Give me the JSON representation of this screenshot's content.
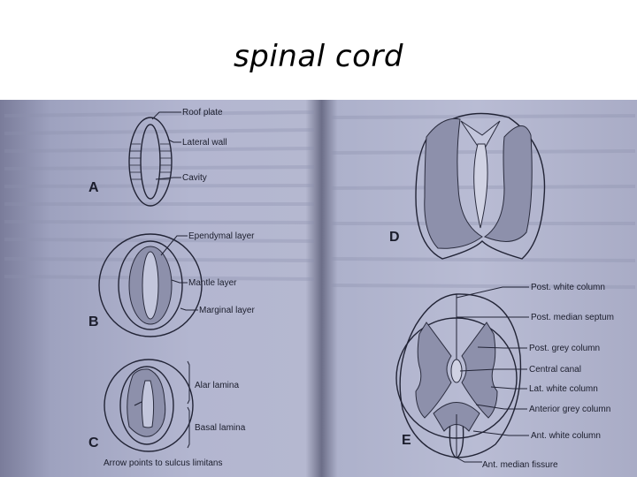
{
  "slide": {
    "title": "spinal cord"
  },
  "figure_left": {
    "diagram_a": {
      "letter": "A",
      "labels": [
        "Roof plate",
        "Lateral wall",
        "Cavity"
      ]
    },
    "diagram_b": {
      "letter": "B",
      "labels": [
        "Ependymal layer",
        "Mantle layer",
        "Marginal layer"
      ]
    },
    "diagram_c": {
      "letter": "C",
      "labels": [
        "Alar lamina",
        "Basal lamina"
      ],
      "caption": "Arrow points to sulcus limitans"
    }
  },
  "figure_right": {
    "diagram_d": {
      "letter": "D"
    },
    "diagram_e": {
      "letter": "E",
      "labels": [
        "Post. white column",
        "Post. median septum",
        "Post. grey column",
        "Central canal",
        "Lat. white column",
        "Anterior grey column",
        "Ant. white column",
        "Ant. median fissure"
      ]
    }
  }
}
